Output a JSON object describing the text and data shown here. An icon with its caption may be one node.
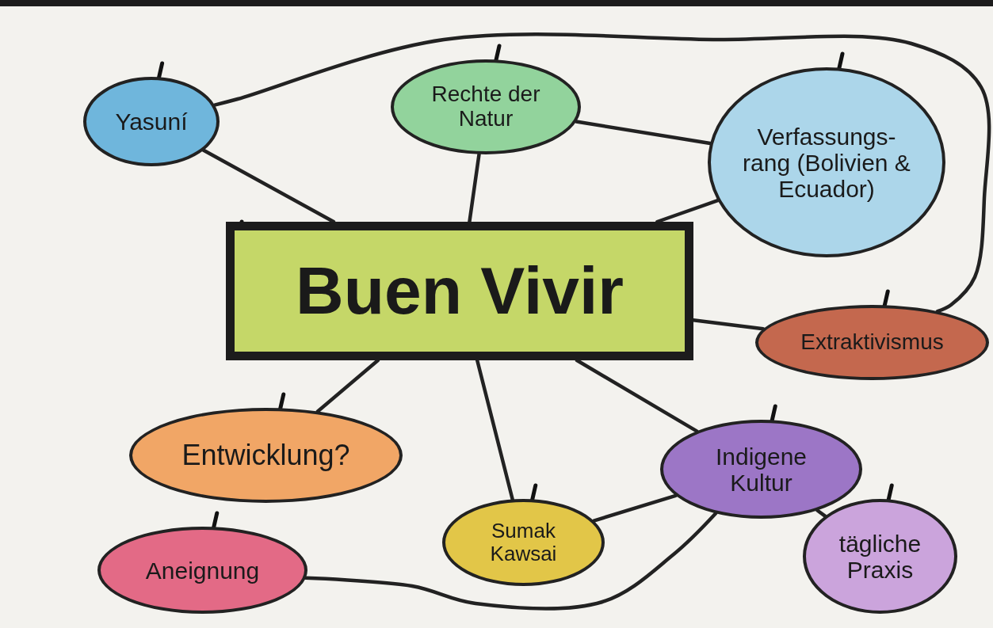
{
  "diagram": {
    "nodes": [
      {
        "text": [
          "Buen Vivir"
        ]
      },
      {
        "text": [
          "Yasuní"
        ]
      },
      {
        "text": [
          "Rechte der Natur"
        ]
      },
      {
        "text": [
          "Verfassungs-rang (Bolivien & Ecuador)"
        ]
      },
      {
        "text": [
          "Extraktivismus"
        ]
      },
      {
        "text": [
          "Entwicklung?"
        ]
      },
      {
        "text": [
          "Sumak Kawsai"
        ]
      },
      {
        "text": [
          "Indigene Kultur"
        ]
      },
      {
        "text": [
          "Aneignung"
        ]
      },
      {
        "text": [
          "tägliche Praxis"
        ]
      }
    ],
    "edges": [
      {
        "from": 1,
        "to": 0,
        "arrow": "none"
      },
      {
        "from": 2,
        "to": 0,
        "arrow": "none"
      },
      {
        "from": 2,
        "to": 3,
        "arrow": "none"
      },
      {
        "from": 3,
        "to": 0,
        "arrow": "none"
      },
      {
        "from": 1,
        "to": 4,
        "arrow": "none"
      },
      {
        "from": 0,
        "to": 4,
        "arrow": "none"
      },
      {
        "from": 0,
        "to": 5,
        "arrow": "none"
      },
      {
        "from": 0,
        "to": 6,
        "arrow": "none"
      },
      {
        "from": 0,
        "to": 7,
        "arrow": "none"
      },
      {
        "from": 6,
        "to": 7,
        "arrow": "none"
      },
      {
        "from": 7,
        "to": 9,
        "arrow": "none"
      },
      {
        "from": 8,
        "to": 7,
        "arrow": "none"
      }
    ]
  }
}
